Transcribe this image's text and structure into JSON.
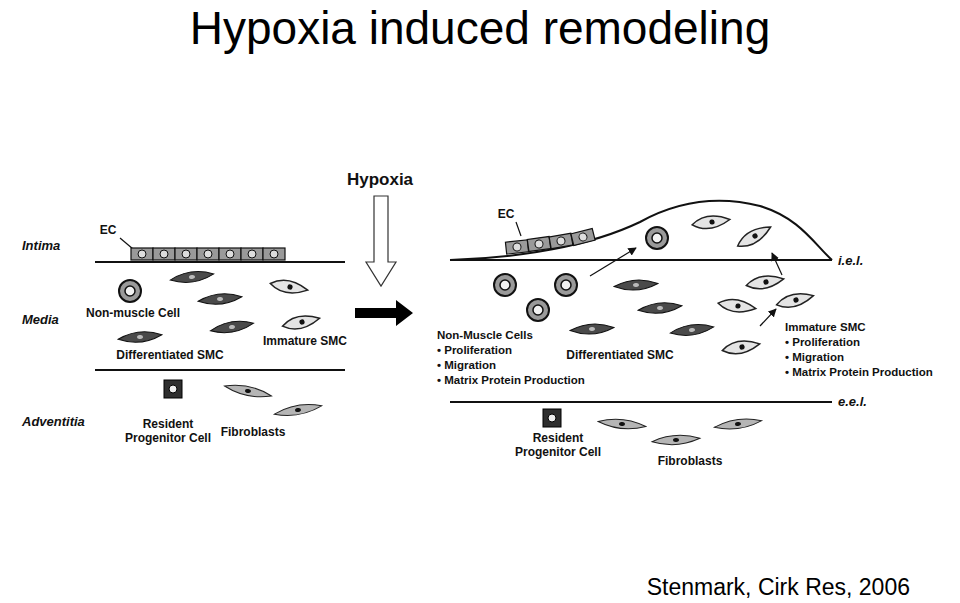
{
  "diagram": {
    "title": "Hypoxia induced remodeling",
    "caption": "Stenmark, Cirk Res, 2006",
    "labels": [
      "Hypoxia",
      "Intima",
      "EC",
      "Media",
      "Non-muscle Cell",
      "Immature SMC",
      "Differentiated SMC",
      "Adventitia",
      "Resident Progenitor Cell",
      "Fibroblasts",
      "EC",
      "i.e.l.",
      "Non-Muscle Cells",
      "• Proliferation",
      "• Migration",
      "• Matrix Protein Production",
      "Differentiated SMC",
      "Immature SMC",
      "• Proliferation",
      "• Migration",
      "• Matrix Protein Production",
      "e.e.l.",
      "Resident Progenitor Cell",
      "Fibroblasts"
    ]
  }
}
